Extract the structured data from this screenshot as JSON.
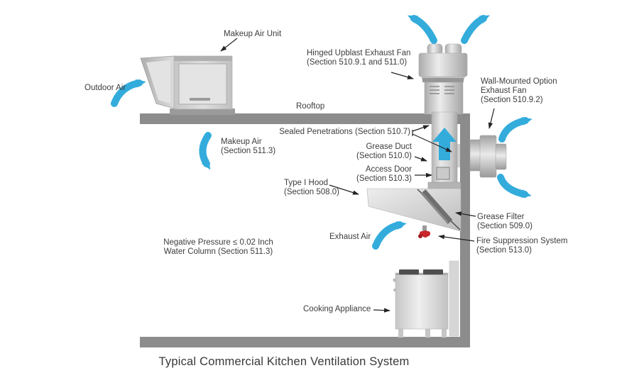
{
  "title": "Typical Commercial Kitchen Ventilation System",
  "colors": {
    "airflow_blue": "#33ACDC",
    "structure_gray": "#8C8C8C",
    "equipment_light": "#DEDEDE",
    "filter_dark": "#6F6F6F",
    "label_text": "#3C3C3C",
    "fire_red": "#C9252B"
  },
  "labels": {
    "makeup_air_unit": "Makeup Air Unit",
    "outdoor_air": "Outdoor Air",
    "hinged_fan_line1": "Hinged Upblast Exhaust Fan",
    "hinged_fan_line2": "(Section 510.9.1 and 511.0)",
    "wall_fan_line1": "Wall-Mounted Option",
    "wall_fan_line2": "Exhaust Fan",
    "wall_fan_line3": "(Section 510.9.2)",
    "rooftop": "Rooftop",
    "sealed_penetrations": "Sealed Penetrations (Section 510.7)",
    "grease_duct_line1": "Grease Duct",
    "grease_duct_line2": "(Section 510.0)",
    "access_door_line1": "Access Door",
    "access_door_line2": "(Section 510.3)",
    "type_i_hood_line1": "Type I Hood",
    "type_i_hood_line2": "(Section 508.0)",
    "makeup_air_line1": "Makeup Air",
    "makeup_air_line2": "(Section 511.3)",
    "grease_filter_line1": "Grease Filter",
    "grease_filter_line2": "(Section 509.0)",
    "exhaust_air": "Exhaust Air",
    "fire_suppression_line1": "Fire Suppression System",
    "fire_suppression_line2": "(Section 513.0)",
    "negative_pressure_line1": "Negative Pressure ≤ 0.02 Inch",
    "negative_pressure_line2": "Water Column (Section 511.3)",
    "cooking_appliance": "Cooking Appliance"
  }
}
